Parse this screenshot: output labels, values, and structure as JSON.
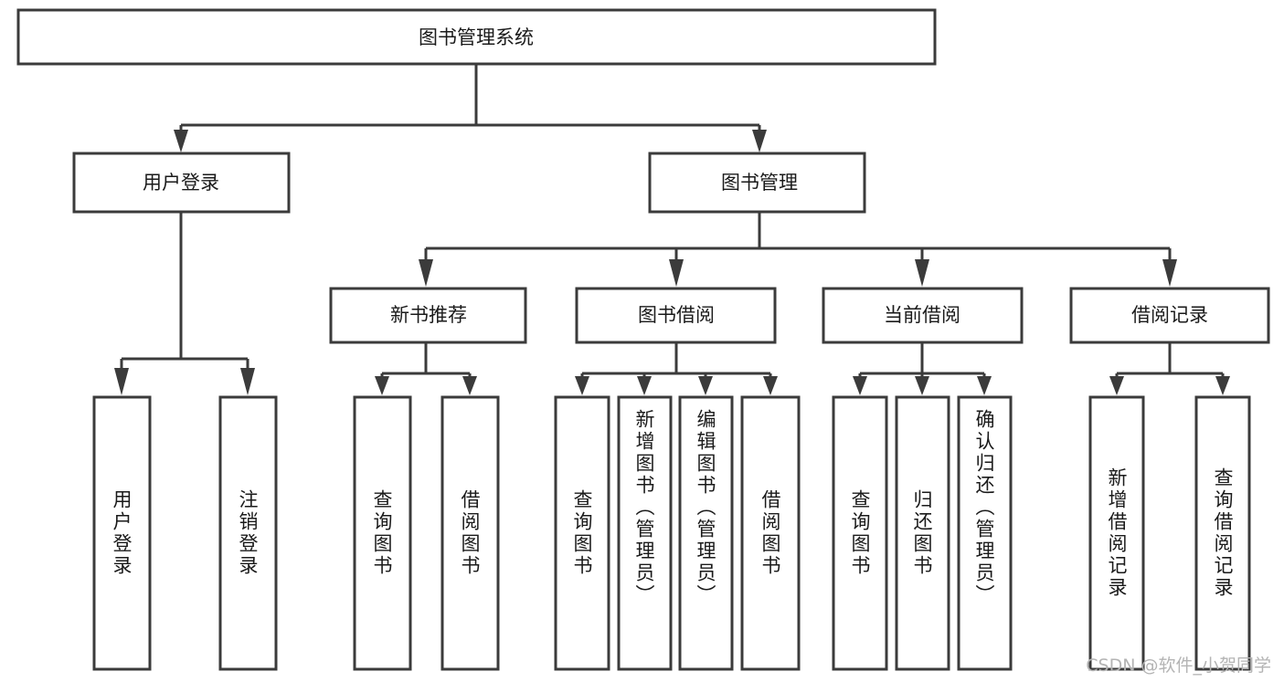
{
  "diagram": {
    "type": "tree-hierarchy-diagram",
    "title_text": "图书管理系统",
    "root": {
      "id": "root",
      "label": "图书管理系统",
      "orientation": "horizontal"
    },
    "level2": [
      {
        "id": "user-login",
        "label": "用户登录",
        "orientation": "horizontal"
      },
      {
        "id": "book-management",
        "label": "图书管理",
        "orientation": "horizontal"
      }
    ],
    "level3": [
      {
        "id": "new-book-recommend",
        "label": "新书推荐",
        "orientation": "horizontal"
      },
      {
        "id": "book-borrow",
        "label": "图书借阅",
        "orientation": "horizontal"
      },
      {
        "id": "current-borrow",
        "label": "当前借阅",
        "orientation": "horizontal"
      },
      {
        "id": "borrow-record",
        "label": "借阅记录",
        "orientation": "horizontal"
      }
    ],
    "leaves": [
      {
        "id": "leaf-user-login",
        "label": "用户登录",
        "parent": "user-login",
        "orientation": "vertical",
        "align": "middle"
      },
      {
        "id": "leaf-logout-login",
        "label": "注销登录",
        "parent": "user-login",
        "orientation": "vertical",
        "align": "middle"
      },
      {
        "id": "leaf-query-book-1",
        "label": "查询图书",
        "parent": "new-book-recommend",
        "orientation": "vertical",
        "align": "middle"
      },
      {
        "id": "leaf-borrow-book-1",
        "label": "借阅图书",
        "parent": "new-book-recommend",
        "orientation": "vertical",
        "align": "middle"
      },
      {
        "id": "leaf-query-book-2",
        "label": "查询图书",
        "parent": "book-borrow",
        "orientation": "vertical",
        "align": "middle"
      },
      {
        "id": "leaf-add-book",
        "label": "新增图书（管理员）",
        "parent": "book-borrow",
        "orientation": "vertical",
        "align": "top"
      },
      {
        "id": "leaf-edit-book",
        "label": "编辑图书（管理员）",
        "parent": "book-borrow",
        "orientation": "vertical",
        "align": "top"
      },
      {
        "id": "leaf-borrow-book-2",
        "label": "借阅图书",
        "parent": "book-borrow",
        "orientation": "vertical",
        "align": "middle"
      },
      {
        "id": "leaf-query-book-3",
        "label": "查询图书",
        "parent": "current-borrow",
        "orientation": "vertical",
        "align": "middle"
      },
      {
        "id": "leaf-return-book",
        "label": "归还图书",
        "parent": "current-borrow",
        "orientation": "vertical",
        "align": "middle"
      },
      {
        "id": "leaf-confirm-return",
        "label": "确认归还（管理员）",
        "parent": "current-borrow",
        "orientation": "vertical",
        "align": "top"
      },
      {
        "id": "leaf-add-record",
        "label": "新增借阅记录",
        "parent": "borrow-record",
        "orientation": "vertical",
        "align": "middle"
      },
      {
        "id": "leaf-query-record",
        "label": "查询借阅记录",
        "parent": "borrow-record",
        "orientation": "vertical",
        "align": "middle"
      }
    ],
    "watermark": "CSDN @软件_小贺同学",
    "colors": {
      "stroke": "#3b3b3b",
      "fill": "#ffffff",
      "text": "#1a1a1a",
      "watermark": "#b4b4b4",
      "background": "#ffffff"
    }
  }
}
